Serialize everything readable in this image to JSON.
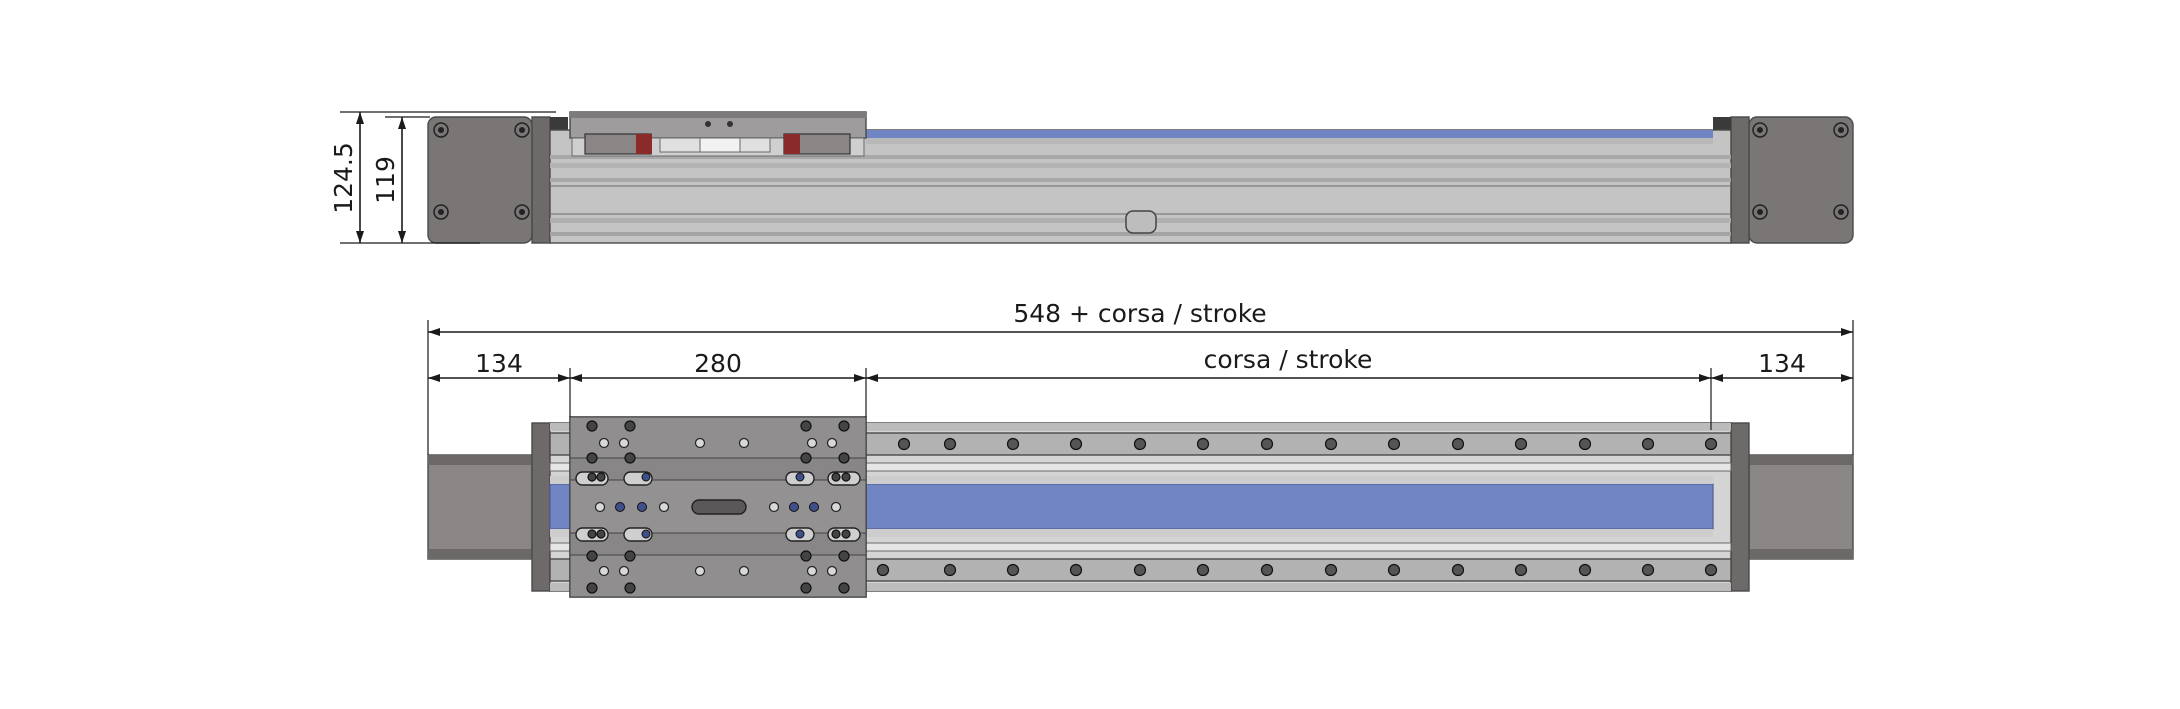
{
  "dimensions": {
    "side_height_outer": "124.5",
    "side_height_inner": "119",
    "overall_length": "548 + corsa / stroke",
    "end_left": "134",
    "carriage": "280",
    "stroke": "corsa / stroke",
    "end_right": "134"
  },
  "colors": {
    "aluminium": "#c4c4c4",
    "aluminium_dark": "#9e9e9e",
    "end_block": "#7a7676",
    "carriage_plate": "#8c8a8a",
    "belt": "#7184c4",
    "line": "#1a1a1a"
  }
}
